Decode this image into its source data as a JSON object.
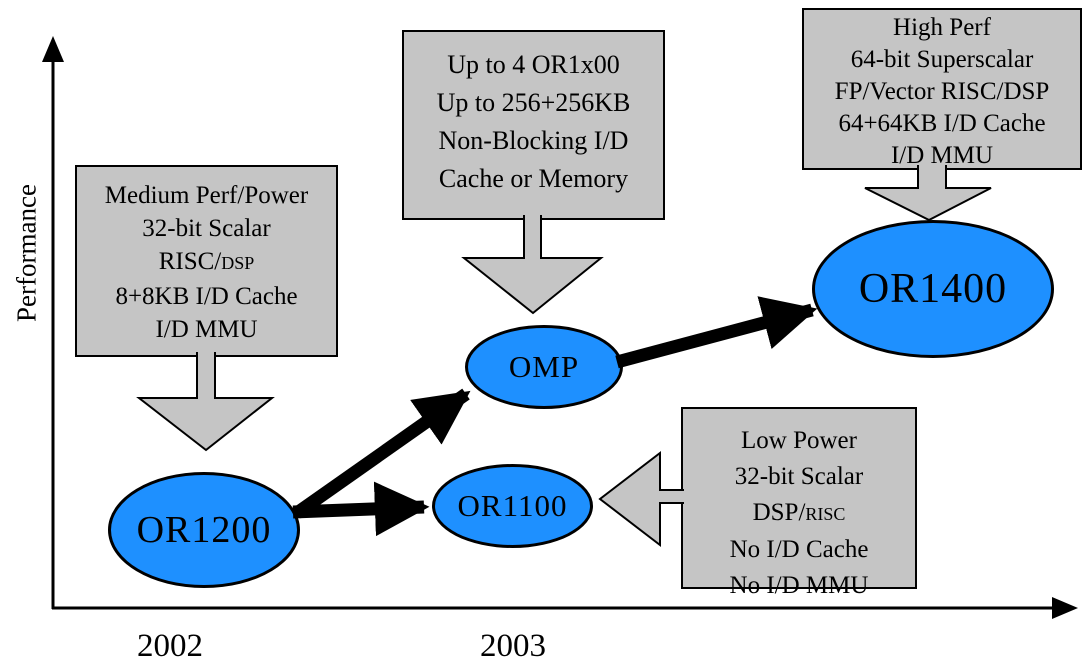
{
  "axes": {
    "y_label": "Performance",
    "x_ticks": [
      "2002",
      "2003"
    ]
  },
  "nodes": {
    "or1200": "OR1200",
    "omp": "OMP",
    "or1100": "OR1100",
    "or1400": "OR1400"
  },
  "callouts": {
    "or1200": {
      "line1": "Medium Perf/Power",
      "line2": "32-bit Scalar",
      "line3a": "RISC/",
      "line3b": "DSP",
      "line4": "8+8KB I/D Cache",
      "line5": "I/D MMU"
    },
    "omp": {
      "line1": "Up to 4 OR1x00",
      "line2": "Up to 256+256KB",
      "line3": "Non-Blocking I/D",
      "line4": "Cache or Memory"
    },
    "or1400": {
      "line1": "High Perf",
      "line2": "64-bit Superscalar",
      "line3": "FP/Vector RISC/DSP",
      "line4": "64+64KB I/D Cache",
      "line5": "I/D MMU"
    },
    "or1100": {
      "line1": "Low Power",
      "line2": "32-bit Scalar",
      "line3a": "DSP/",
      "line3b": "RISC",
      "line4": "No I/D Cache",
      "line5": "No I/D MMU"
    }
  },
  "colors": {
    "node_fill": "#1E90FF",
    "callout_fill": "#C5C5C5",
    "outline": "#000000",
    "background": "#FFFFFF"
  }
}
